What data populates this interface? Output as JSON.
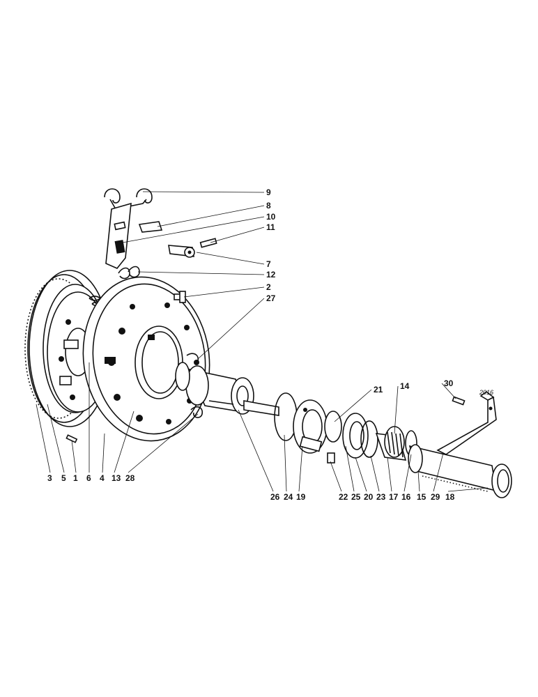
{
  "diagram": {
    "reference_code": "2016",
    "part_labels": [
      "9",
      "8",
      "10",
      "11",
      "7",
      "12",
      "2",
      "27",
      "21",
      "14",
      "30",
      "3",
      "5",
      "1",
      "6",
      "4",
      "13",
      "28",
      "26",
      "24",
      "19",
      "22",
      "25",
      "20",
      "23",
      "17",
      "16",
      "15",
      "29",
      "18"
    ]
  }
}
